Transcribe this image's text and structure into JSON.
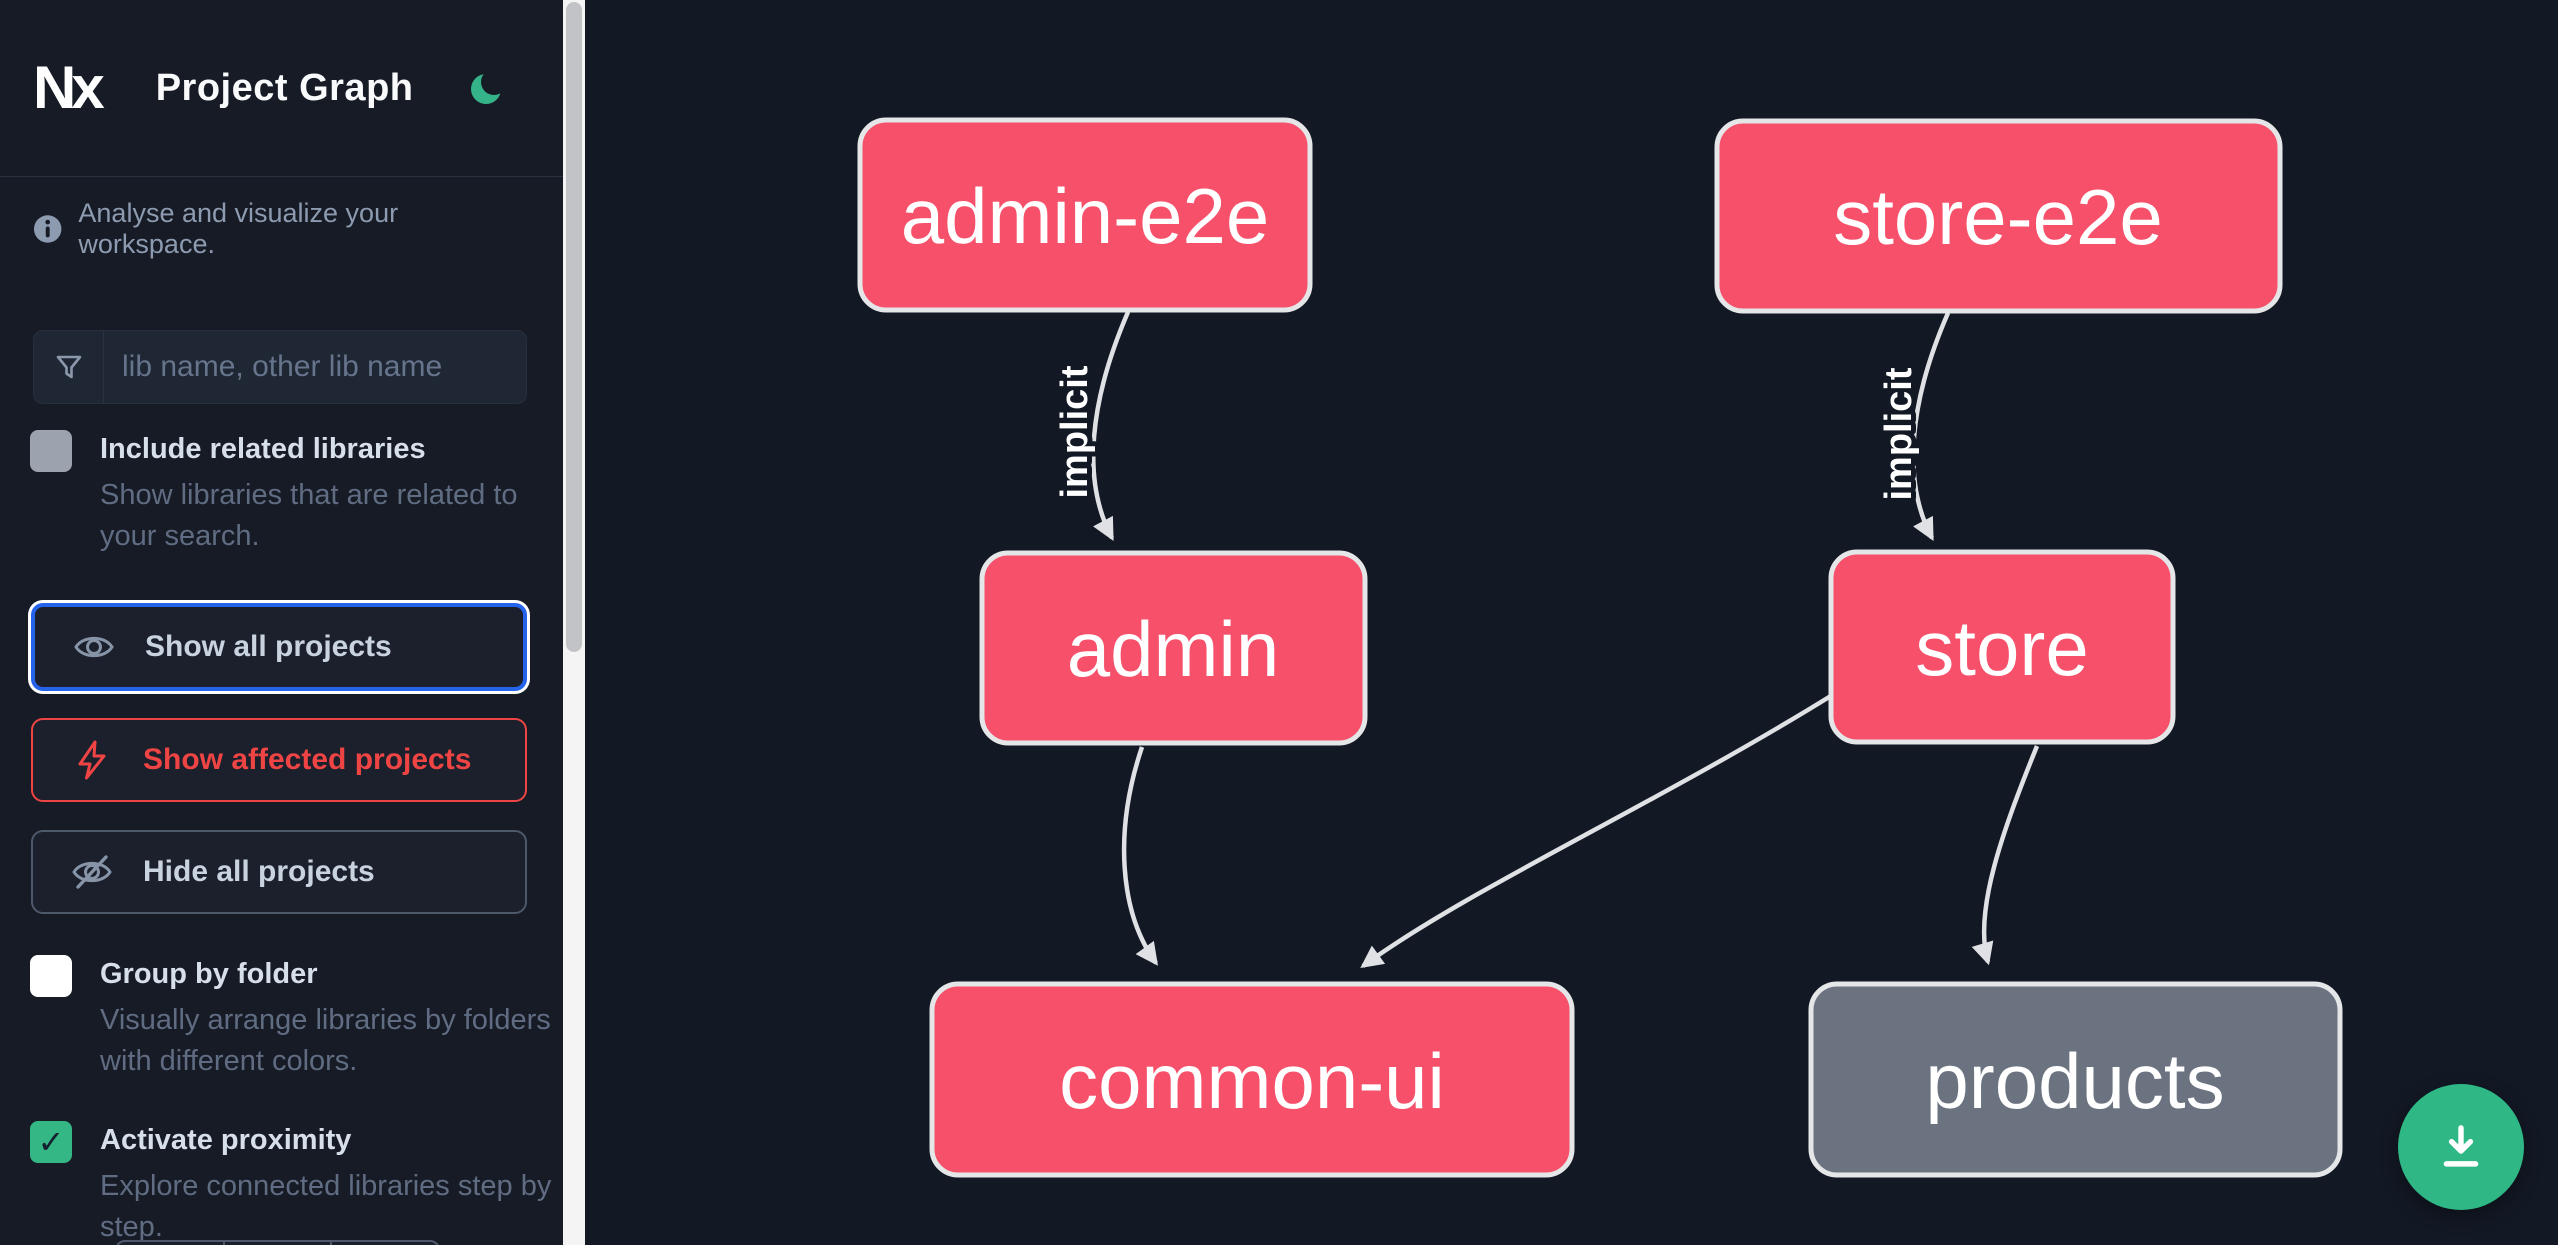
{
  "header": {
    "logo_text": "Nx",
    "title": "Project Graph"
  },
  "sidebar": {
    "tagline": "Analyse and visualize your workspace.",
    "search": {
      "placeholder": "lib name, other lib name",
      "value": ""
    },
    "include_related": {
      "label": "Include related libraries",
      "description": "Show libraries that are related to your search.",
      "checked": false
    },
    "actions": {
      "show_all": "Show all projects",
      "show_affected": "Show affected projects",
      "hide_all": "Hide all projects"
    },
    "group_by_folder": {
      "label": "Group by folder",
      "description": "Visually arrange libraries by folders with different colors.",
      "checked": false
    },
    "activate_proximity": {
      "label": "Activate proximity",
      "description": "Explore connected libraries step by step.",
      "checked": true
    }
  },
  "graph": {
    "nodes": [
      {
        "id": "admin-e2e",
        "label": "admin-e2e",
        "type": "affected"
      },
      {
        "id": "store-e2e",
        "label": "store-e2e",
        "type": "affected"
      },
      {
        "id": "admin",
        "label": "admin",
        "type": "affected"
      },
      {
        "id": "store",
        "label": "store",
        "type": "affected"
      },
      {
        "id": "common-ui",
        "label": "common-ui",
        "type": "affected"
      },
      {
        "id": "products",
        "label": "products",
        "type": "normal"
      }
    ],
    "edges": [
      {
        "source": "admin-e2e",
        "target": "admin",
        "label": "implicit"
      },
      {
        "source": "store-e2e",
        "target": "store",
        "label": "implicit"
      },
      {
        "source": "admin",
        "target": "common-ui",
        "label": ""
      },
      {
        "source": "store",
        "target": "common-ui",
        "label": ""
      },
      {
        "source": "store",
        "target": "products",
        "label": ""
      }
    ]
  },
  "colors": {
    "node_affected": "#F6506A",
    "node_normal": "#6B7280",
    "accent_green": "#2FB885",
    "focus_blue": "#2563EB",
    "affected_red": "#EF4444",
    "sidebar_bg": "#171B26",
    "canvas_bg": "#121824"
  }
}
